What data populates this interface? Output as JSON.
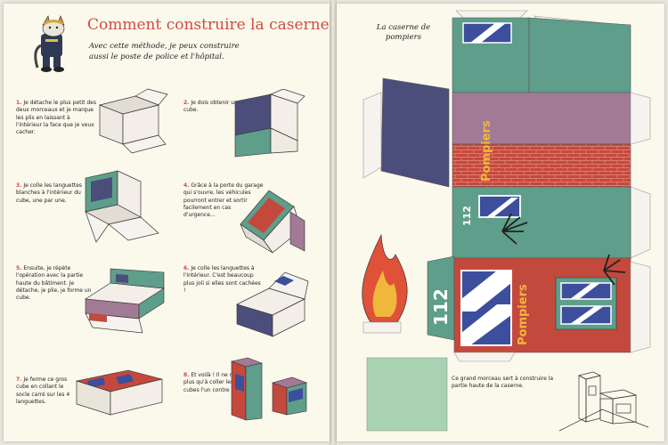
{
  "left_page": {
    "title": "Comment construire la caserne",
    "subtitle": "Avec cette méthode, je peux construire aussi le poste de police et l'hôpital.",
    "steps": [
      {
        "num": "1.",
        "text": "Je détache le plus petit des deux morceaux et je marque les plis en laissant à l'intérieur la face que je veux cacher."
      },
      {
        "num": "2.",
        "text": "Je dois obtenir un gros cube."
      },
      {
        "num": "3.",
        "text": "Je colle les languettes blanches à l'intérieur du cube, une par une."
      },
      {
        "num": "4.",
        "text": "Grâce à la porte du garage qui s'ouvre, les véhicules pourront entrer et sortir facilement en cas d'urgence..."
      },
      {
        "num": "5.",
        "text": "Ensuite, je répète l'opération avec la partie haute du bâtiment. Je détache, je plie, je forme un cube."
      },
      {
        "num": "6.",
        "text": "Je colle les languettes à l'intérieur. C'est beaucoup plus joli si elles sont cachées !"
      },
      {
        "num": "7.",
        "text": "Je ferme ce gros cube en collant le socle carré sur les 4 languettes."
      },
      {
        "num": "8.",
        "text": "Et voilà ! Il ne me reste plus qu'à coller les deux cubes l'un contre l'autre !"
      }
    ]
  },
  "right_page": {
    "label": "La caserne de pompiers",
    "sign_text": "Pompiers",
    "house_number": "112",
    "ground_note": "Ce grand morceau sert à construire la partie haute de la caserne."
  },
  "colors": {
    "teal": "#5e9e8a",
    "mauve": "#a27a96",
    "red": "#c4493d",
    "navy": "#4b4e7a",
    "blue": "#3c4e9c",
    "yellow": "#f0b83a",
    "title_red": "#d14b3f"
  }
}
